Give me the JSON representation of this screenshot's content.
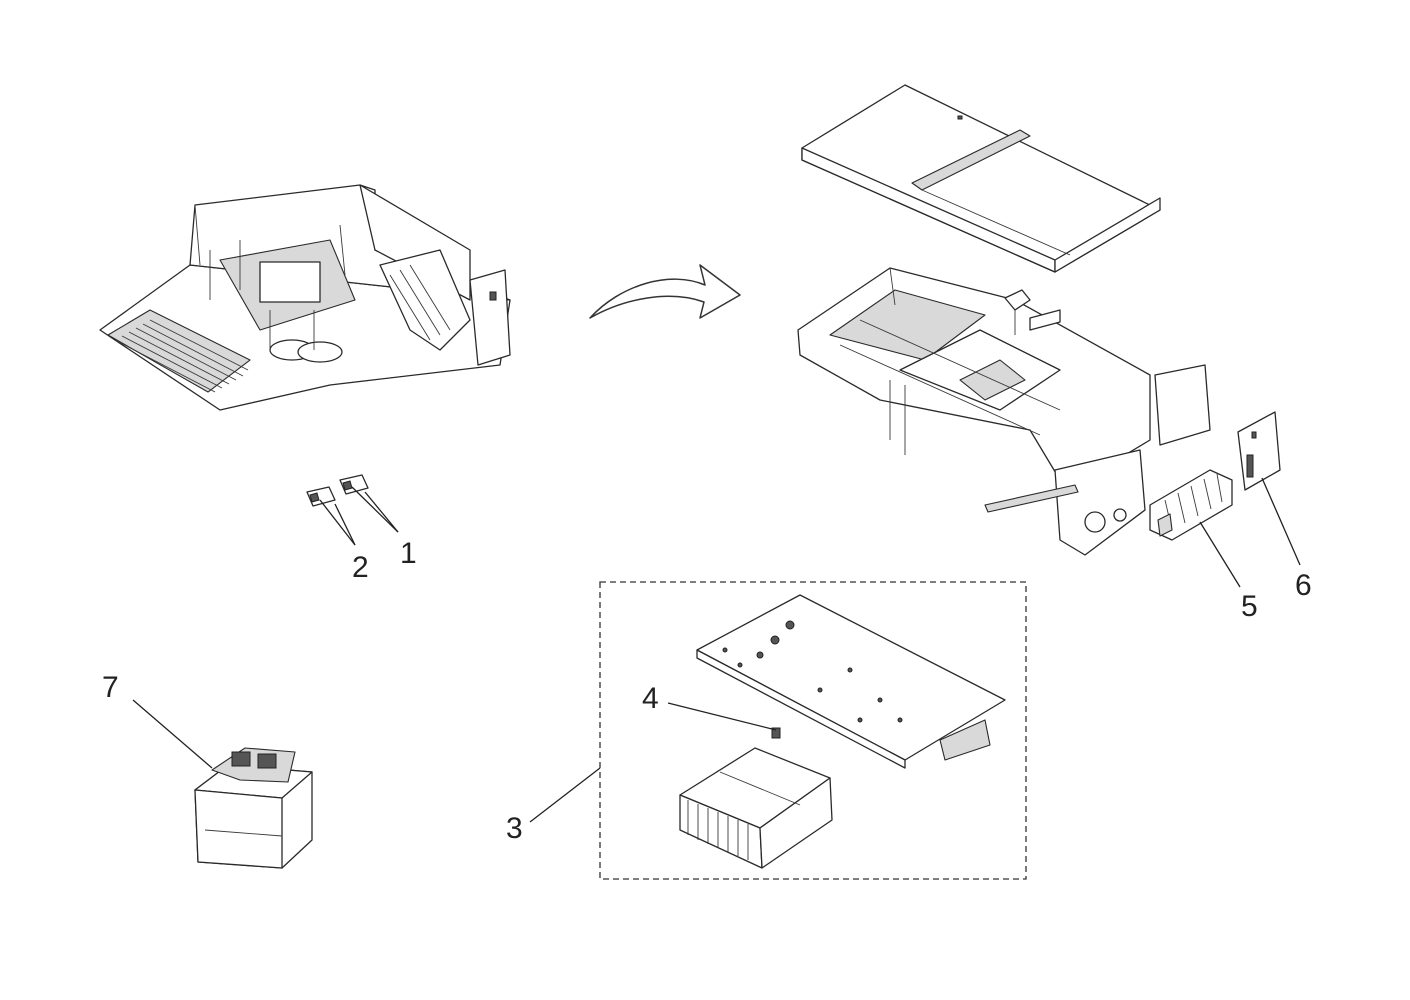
{
  "callouts": [
    {
      "id": "1",
      "text": "1"
    },
    {
      "id": "2",
      "text": "2"
    },
    {
      "id": "3",
      "text": "3"
    },
    {
      "id": "4",
      "text": "4"
    },
    {
      "id": "5",
      "text": "5"
    },
    {
      "id": "6",
      "text": "6"
    },
    {
      "id": "7",
      "text": "7"
    }
  ],
  "colors": {
    "line": "#2a2a2a",
    "shade": "#d9d9d9",
    "background": "#ffffff"
  }
}
